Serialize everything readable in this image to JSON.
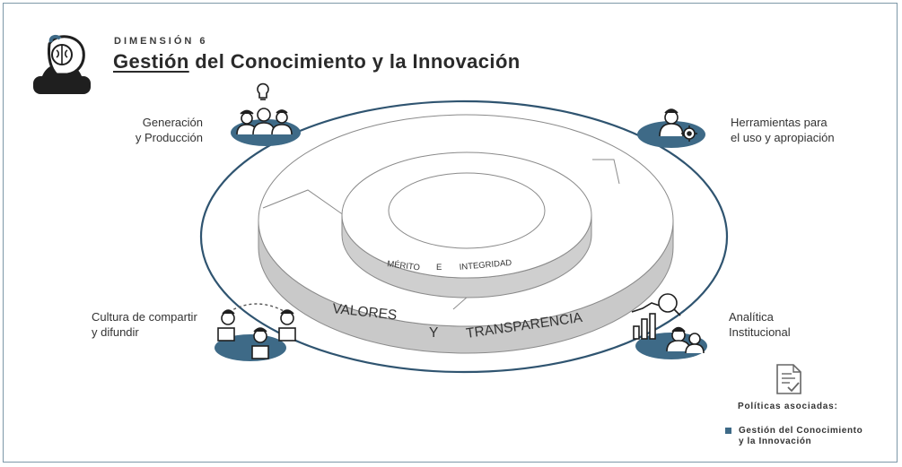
{
  "header": {
    "dimension_label": "DIMENSIÓN 6",
    "title_underlined": "Gestión",
    "title_rest": " del Conocimiento y la Innovación",
    "icon": "head-brain-icon"
  },
  "diagram": {
    "outer_ring_label_left": "VALORES",
    "outer_ring_label_mid": "Y",
    "outer_ring_label_right": "TRANSPARENCIA",
    "inner_ring_label_left": "MÉRITO",
    "inner_ring_label_mid": "E",
    "inner_ring_label_right": "INTEGRIDAD",
    "nodes": [
      {
        "label_line1": "Generación",
        "label_line2": "y Producción",
        "icon": "team-lightbulb-icon"
      },
      {
        "label_line1": "Herramientas para",
        "label_line2": "el uso y apropiación",
        "icon": "person-gear-icon"
      },
      {
        "label_line1": "Cultura de compartir",
        "label_line2": "y difundir",
        "icon": "people-sharing-icon"
      },
      {
        "label_line1": "Analítica",
        "label_line2": "Institucional",
        "icon": "analytics-chart-icon"
      }
    ],
    "colors": {
      "accent": "#3e6a87",
      "ring_stroke": "#2f5470",
      "disk_side": "#c9c9c9",
      "disk_top": "#ffffff",
      "text_dark": "#333333"
    }
  },
  "policies": {
    "icon": "document-check-icon",
    "title": "Políticas asociadas:",
    "item_line1": "Gestión del Conocimiento",
    "item_line2": "y la Innovación"
  }
}
